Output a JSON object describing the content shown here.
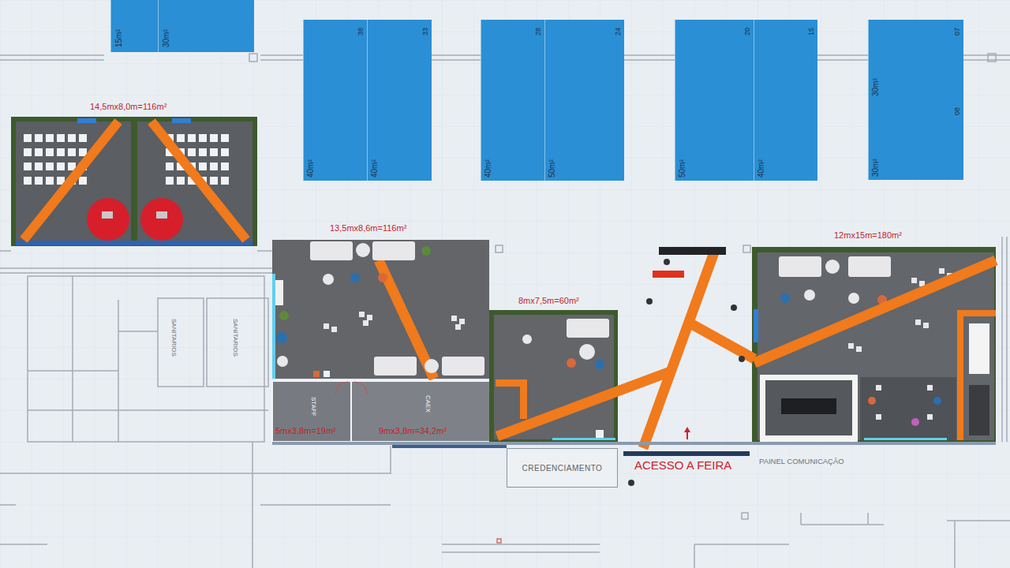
{
  "diagram": {
    "nodes": [
      {
        "text": [
          "15m²"
        ]
      },
      {
        "text": [
          "30m²"
        ]
      },
      {
        "text": [
          "38",
          "40m²"
        ]
      },
      {
        "text": [
          "33",
          "40m²"
        ]
      },
      {
        "text": [
          "28",
          "40m²"
        ]
      },
      {
        "text": [
          "24",
          "50m²"
        ]
      },
      {
        "text": [
          "20",
          "50m²"
        ]
      },
      {
        "text": [
          "15",
          "40m²"
        ]
      },
      {
        "text": [
          "07",
          "30m²"
        ]
      },
      {
        "text": [
          "08",
          "30m²"
        ]
      },
      {
        "text": [
          "14,5mx8,0m=116m²"
        ]
      },
      {
        "text": [
          "13,5mx8,6m=116m²"
        ]
      },
      {
        "text": [
          "12mx15m=180m²"
        ]
      },
      {
        "text": [
          "8mx7,5m=60m²"
        ]
      },
      {
        "text": [
          "SANITARIOS"
        ]
      },
      {
        "text": [
          "SANITARIOS"
        ]
      },
      {
        "text": [
          "STAFF",
          "5mx3,8m=19m²"
        ]
      },
      {
        "text": [
          "CAEX",
          "9mx3,8m=34,2m²"
        ]
      },
      {
        "text": [
          "CREDENCIAMENTO"
        ]
      }
    ],
    "labels": [
      "ACESSO A FEIRA",
      "PAINEL COMUNICAÇÃO"
    ]
  }
}
